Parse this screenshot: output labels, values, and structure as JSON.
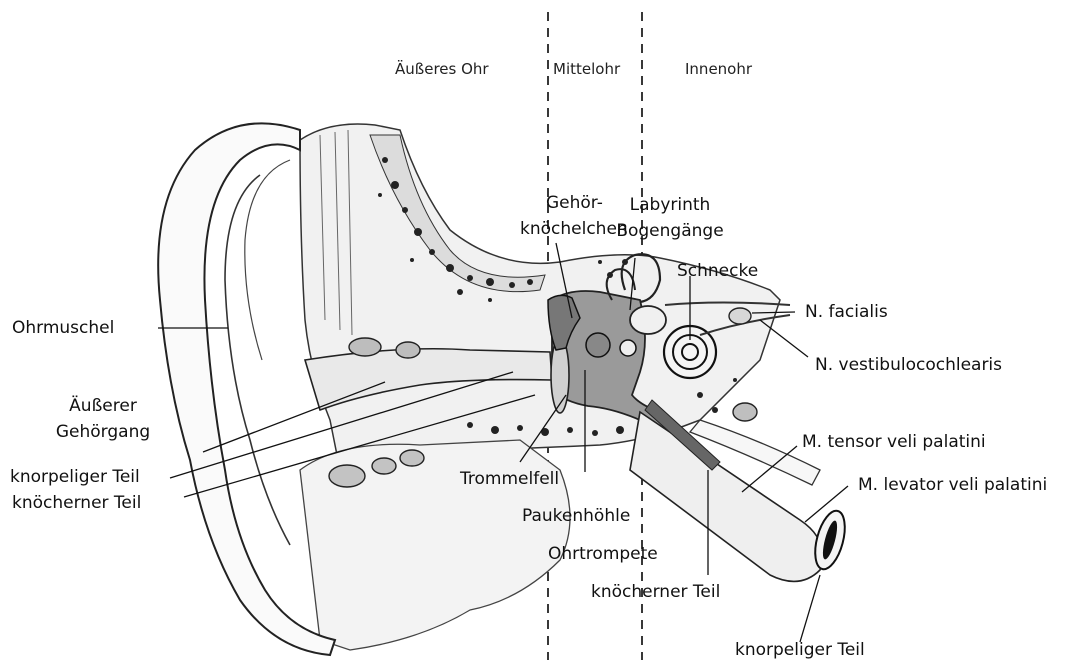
{
  "sections": {
    "outer": "Äußeres Ohr",
    "middle": "Mittelohr",
    "inner": "Innenohr"
  },
  "labels": {
    "ohrmuschel": "Ohrmuschel",
    "gehoergang_line1": "Äußerer",
    "gehoergang_line2": "Gehörgang",
    "knorpeliger_teil_left": "knorpeliger Teil",
    "knoecherner_teil_left": "knöcherner Teil",
    "gehoer_line1": "Gehör-",
    "gehoer_line2": "knöchelchen",
    "labyrinth_line1": "Labyrinth",
    "labyrinth_line2": "Bogengänge",
    "schnecke": "Schnecke",
    "n_facialis": "N. facialis",
    "n_vestibulo": "N. vestibulocochlearis",
    "m_tensor": "M. tensor veli palatini",
    "m_levator": "M. levator veli palatini",
    "trommelfell": "Trommelfell",
    "paukenhoehle": "Paukenhöhle",
    "ohrtrompete": "Ohrtrompete",
    "knoecherner_teil_right": "knöcherner Teil",
    "knorpeliger_teil_right": "knorpeliger Teil"
  }
}
